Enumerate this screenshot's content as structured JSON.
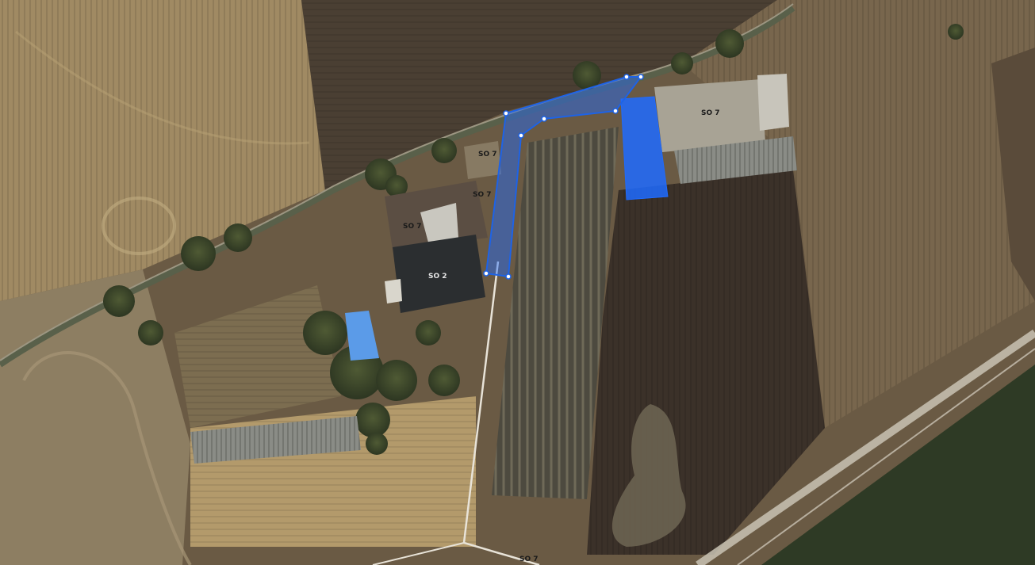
{
  "map": {
    "view": "satellite",
    "selection_color": "#1f6bff",
    "selection_fill_opacity": 0.45,
    "building_labels": {
      "top_right_building": "SO 7",
      "road_house": "SO 7",
      "house_small": "SO 7",
      "house_main": "SO 7",
      "house_dark_roof": "SO 2",
      "road_bottom": "SO 7"
    }
  }
}
